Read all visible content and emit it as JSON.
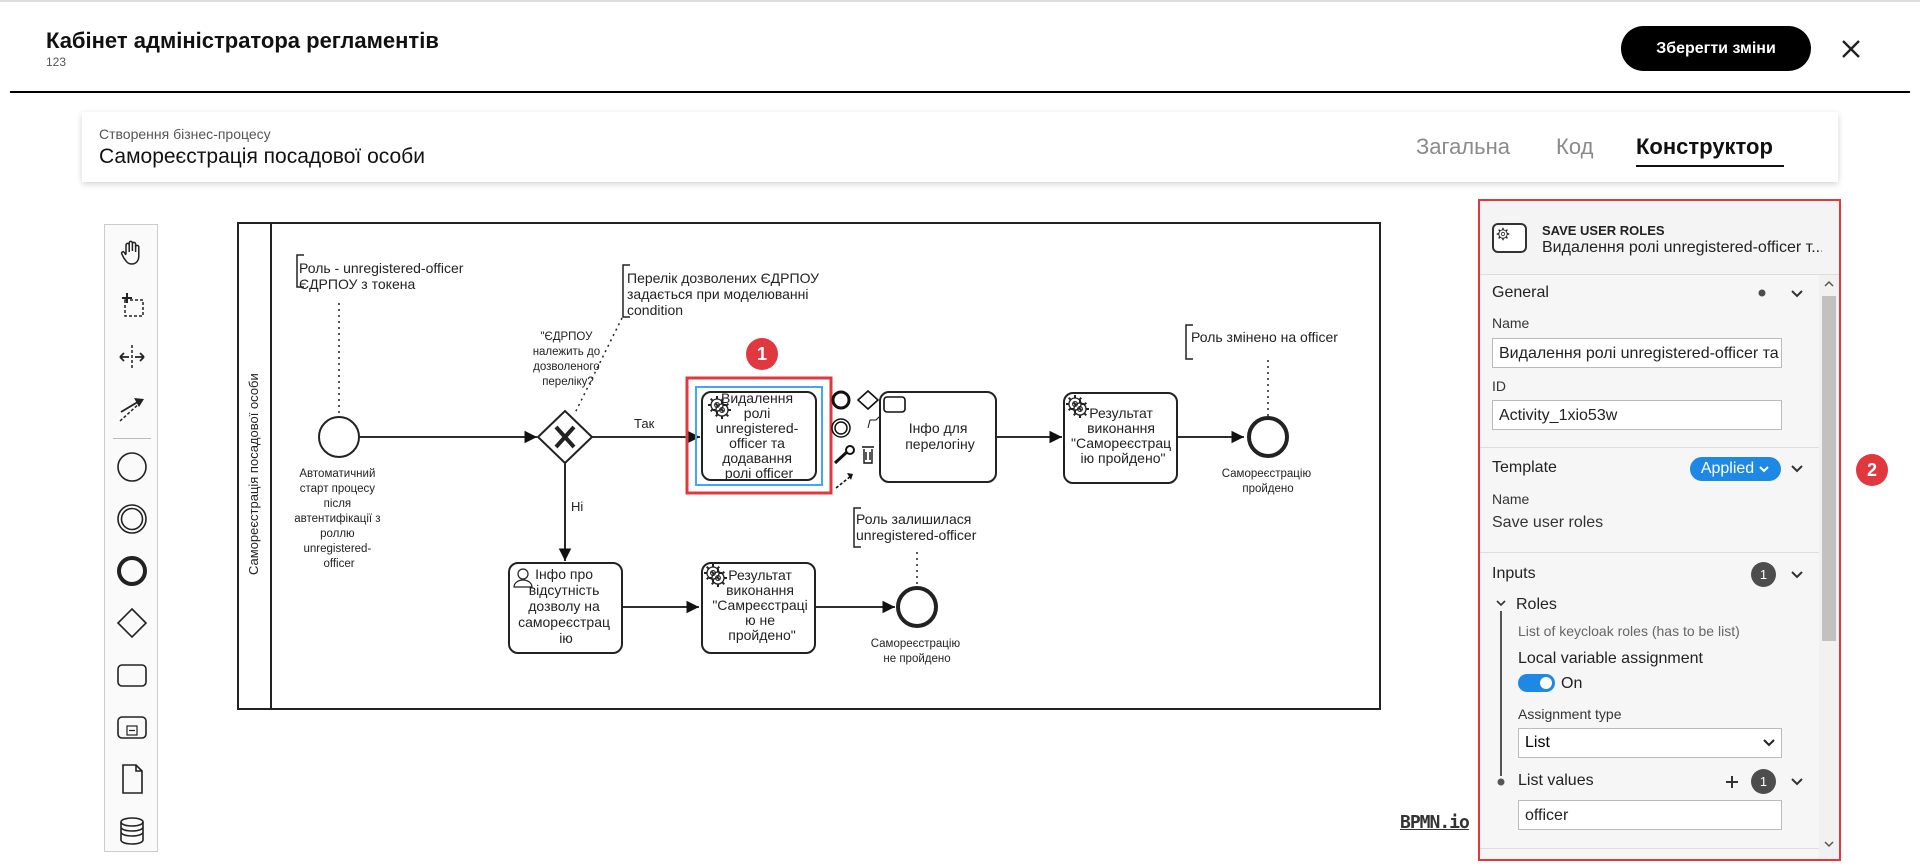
{
  "header": {
    "title": "Кабінет адміністратора регламентів",
    "subtitle": "123",
    "save_label": "Зберегти зміни"
  },
  "process": {
    "breadcrumb": "Створення бізнес-процесу",
    "title": "Самореєстрація посадової особи",
    "tabs": [
      "Загальна",
      "Код",
      "Конструктор"
    ],
    "active_tab": "Конструктор"
  },
  "diagram": {
    "lane_label": "Самореєстрація посадової особи",
    "annotations": {
      "role": [
        "Роль - unregistered-officer",
        "ЄДРПОУ з токена"
      ],
      "edrpou_list": [
        "Перелік дозволених ЄДРПОУ",
        "задається при моделюванні",
        "condition"
      ],
      "role_changed": "Роль змінено на officer",
      "role_remained": [
        "Роль залишилася",
        "unregistered-officer"
      ]
    },
    "start_label": [
      "Автоматичний",
      "старт процесу",
      "після",
      "автентифікації з",
      "роллю",
      "unregistered-",
      "officer"
    ],
    "gateway_label": [
      "\"ЄДРПОУ",
      "належить до",
      "дозволеного",
      "переліку?"
    ],
    "flow_yes": "Так",
    "flow_no": "Ні",
    "task_delete_role": [
      "Видалення",
      "ролі",
      "unregistered-",
      "officer та",
      "додавання",
      "ролі officer"
    ],
    "task_info_transfer": [
      "Інфо для",
      "перелогіну"
    ],
    "task_result_ok": [
      "Результат",
      "виконання",
      "\"Самореєстрац",
      "ію пройдено\""
    ],
    "end_ok_label": [
      "Самореєстрацію",
      "пройдено"
    ],
    "task_info_no_permission": [
      "Інфо про",
      "відсутність",
      "дозволу на",
      "самореєстрац",
      "ію"
    ],
    "task_result_fail": [
      "Результат",
      "виконання",
      "\"Самреєстраці",
      "ю не",
      "пройдено\""
    ],
    "end_fail_label": [
      "Самореєстрацію",
      "не пройдено"
    ]
  },
  "markers": {
    "one": "1",
    "two": "2"
  },
  "branding": "BPMN.io",
  "panel": {
    "type": "SAVE USER ROLES",
    "name": "Видалення ролі unregistered-officer т...",
    "general": {
      "title": "General",
      "name_label": "Name",
      "name_value": "Видалення ролі unregistered-officer та додавання ролі officer",
      "id_label": "ID",
      "id_value": "Activity_1xio53w"
    },
    "template": {
      "title": "Template",
      "status": "Applied",
      "name_label": "Name",
      "name_value": "Save user roles"
    },
    "inputs": {
      "title": "Inputs",
      "count": "1",
      "roles_title": "Roles",
      "roles_desc": "List of keycloak roles (has to be list)",
      "local_label": "Local variable assignment",
      "toggle_state": "On",
      "assign_label": "Assignment type",
      "assign_value": "List",
      "list_values_label": "List values",
      "list_count": "1",
      "list_item": "officer"
    }
  },
  "colors": {
    "accent": "#1e88e5",
    "marker": "#e0383e"
  }
}
